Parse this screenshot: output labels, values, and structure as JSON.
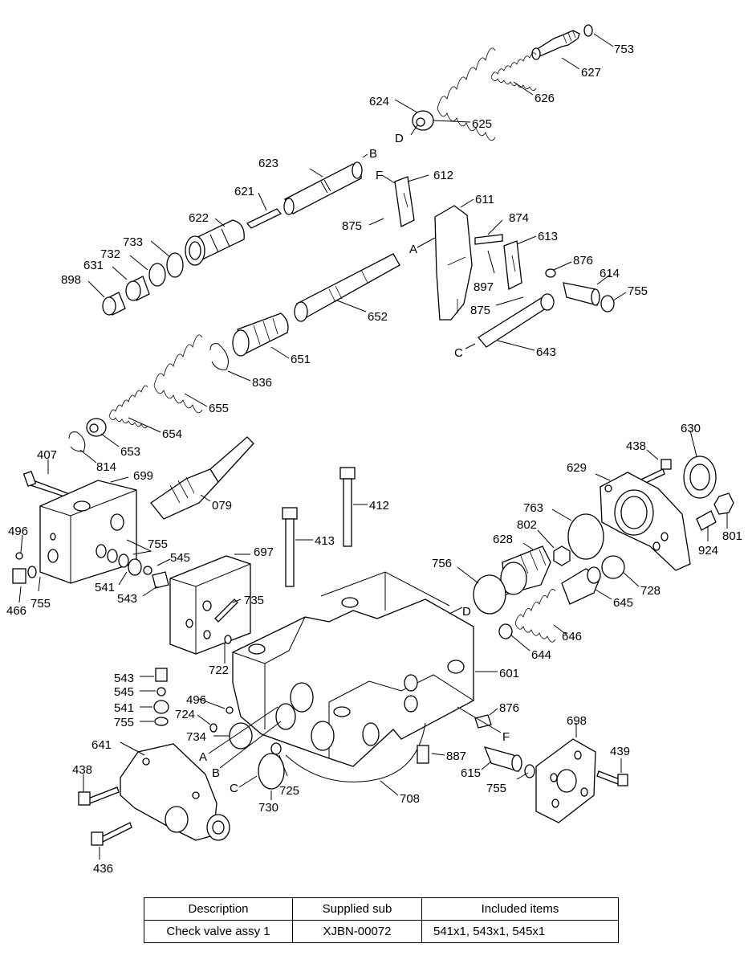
{
  "labels": [
    "753",
    "627",
    "626",
    "624",
    "625",
    "D",
    "623",
    "B",
    "612",
    "F",
    "611",
    "621",
    "874",
    "875",
    "A",
    "613",
    "622",
    "733",
    "876",
    "614",
    "732",
    "631",
    "897",
    "755",
    "898",
    "652",
    "875",
    "643",
    "C",
    "651",
    "836",
    "655",
    "654",
    "653",
    "814",
    "438",
    "630",
    "407",
    "699",
    "629",
    "079",
    "412",
    "763",
    "802",
    "496",
    "755",
    "413",
    "628",
    "924",
    "801",
    "697",
    "545",
    "756",
    "541",
    "543",
    "728",
    "645",
    "466",
    "755",
    "735",
    "D",
    "646",
    "644",
    "722",
    "601",
    "543",
    "545",
    "496",
    "876",
    "541",
    "724",
    "755",
    "F",
    "698",
    "734",
    "439",
    "641",
    "887",
    "A",
    "B",
    "615",
    "438",
    "C",
    "755",
    "725",
    "708",
    "730",
    "436"
  ],
  "table": {
    "headers": [
      "Description",
      "Supplied sub",
      "Included items"
    ],
    "rows": [
      [
        "Check valve assy 1",
        "XJBN-00072",
        "541x1, 543x1, 545x1"
      ]
    ]
  }
}
